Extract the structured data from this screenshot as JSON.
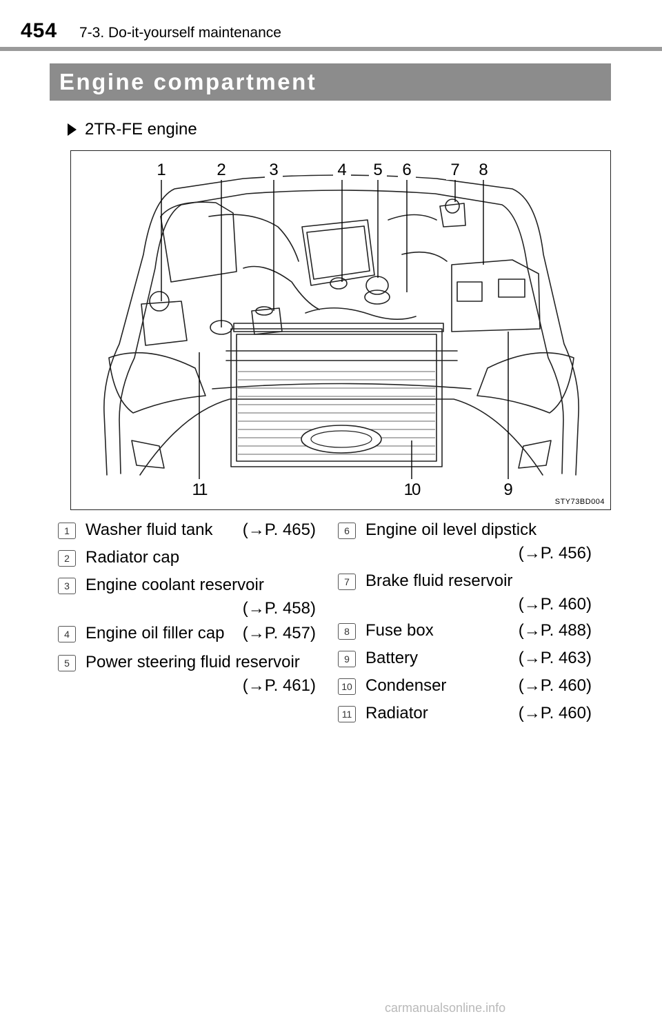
{
  "header": {
    "page_number": "454",
    "section": "7-3. Do-it-yourself maintenance"
  },
  "title": "Engine compartment",
  "engine": "2TR-FE engine",
  "figure": {
    "code": "STY73BD004",
    "callouts": [
      "1",
      "2",
      "3",
      "4",
      "5",
      "6",
      "7",
      "8",
      "9",
      "10",
      "11"
    ]
  },
  "legend": [
    {
      "num": "1",
      "label": "Washer fluid tank",
      "ref": "(→P. 465)"
    },
    {
      "num": "2",
      "label": "Radiator cap",
      "ref": ""
    },
    {
      "num": "3",
      "label": "Engine coolant reservoir",
      "ref": "(→P. 458)"
    },
    {
      "num": "4",
      "label": "Engine oil filler cap",
      "ref": "(→P. 457)"
    },
    {
      "num": "5",
      "label": "Power steering fluid reservoir",
      "ref": "(→P. 461)"
    },
    {
      "num": "6",
      "label": "Engine oil level dipstick",
      "ref": "(→P. 456)"
    },
    {
      "num": "7",
      "label": "Brake fluid reservoir",
      "ref": "(→P. 460)"
    },
    {
      "num": "8",
      "label": "Fuse box",
      "ref": "(→P. 488)"
    },
    {
      "num": "9",
      "label": "Battery",
      "ref": "(→P. 463)"
    },
    {
      "num": "10",
      "label": "Condenser",
      "ref": "(→P. 460)"
    },
    {
      "num": "11",
      "label": "Radiator",
      "ref": "(→P. 460)"
    }
  ],
  "watermark": "carmanualsonline.info"
}
